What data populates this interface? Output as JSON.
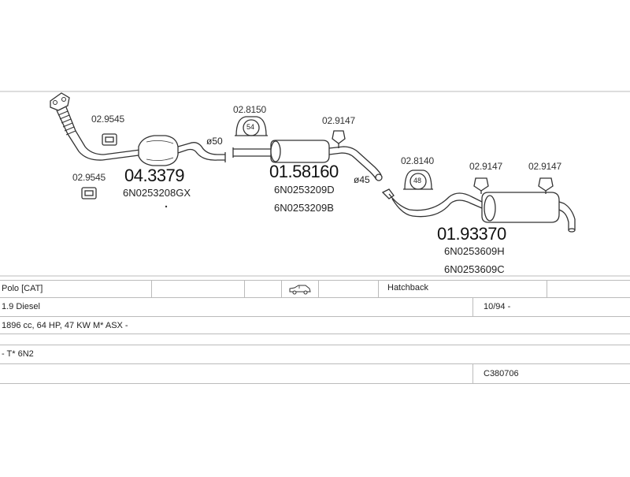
{
  "diagram": {
    "small_codes": {
      "clamp1": "02.9545",
      "clamp2": "02.9545",
      "ring_front": "02.8150",
      "hanger1": "02.9147",
      "ring_rear": "02.8140",
      "hanger2": "02.9147",
      "hanger3": "02.9147"
    },
    "ring_sizes": {
      "front": "54",
      "rear": "48"
    },
    "diameters": {
      "d1": "ø50",
      "d2": "ø45"
    },
    "parts": {
      "front_pipe": {
        "code": "04.3379",
        "oem": [
          "6N0253208GX"
        ]
      },
      "middle_silencer": {
        "code": "01.58160",
        "oem": [
          "6N0253209D",
          "6N0253209B"
        ]
      },
      "rear_silencer": {
        "code": "01.93370",
        "oem": [
          "6N0253609H",
          "6N0253609C"
        ]
      }
    }
  },
  "vehicle": {
    "model": "Polo  [CAT]",
    "body_type": "Hatchback",
    "engine": "1.9 Diesel",
    "date": "10/94 -",
    "specs": "1896 cc, 64 HP, 47 KW M* ASX -",
    "type": "- T* 6N2",
    "catalog_number": "C380706"
  }
}
